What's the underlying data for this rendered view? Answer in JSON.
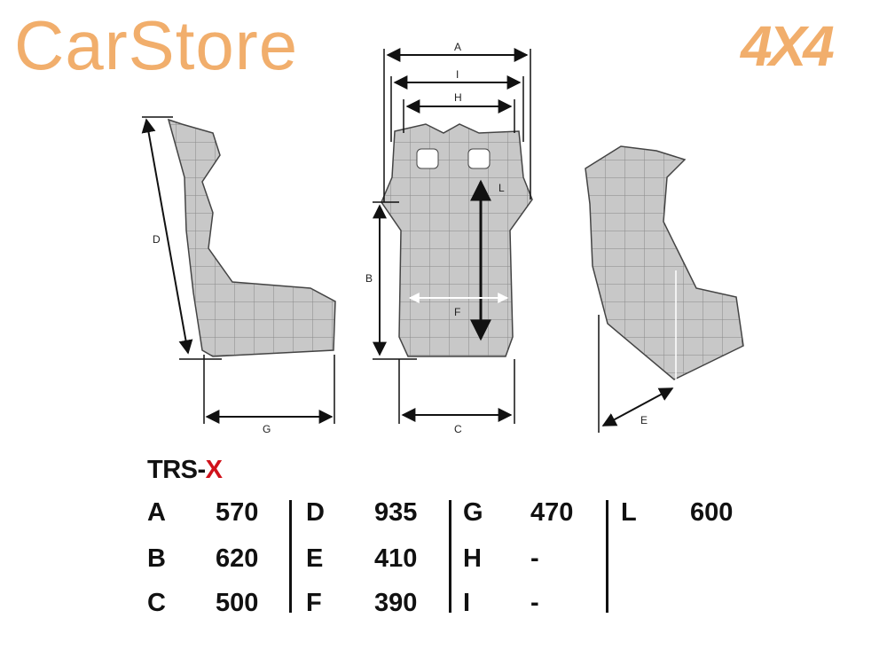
{
  "diagram": {
    "labels": {
      "A": "A",
      "I": "I",
      "H": "H",
      "L": "L",
      "B": "B",
      "F": "F",
      "C": "C",
      "D": "D",
      "G": "G",
      "E": "E"
    }
  },
  "spec": {
    "model_prefix": "TRS-",
    "model_suffix": "X",
    "columns": [
      [
        {
          "k": "A",
          "v": "570"
        },
        {
          "k": "B",
          "v": "620"
        },
        {
          "k": "C",
          "v": "500"
        }
      ],
      [
        {
          "k": "D",
          "v": "935"
        },
        {
          "k": "E",
          "v": "410"
        },
        {
          "k": "F",
          "v": "390"
        }
      ],
      [
        {
          "k": "G",
          "v": "470"
        },
        {
          "k": "H",
          "v": "-"
        },
        {
          "k": "I",
          "v": "-"
        }
      ],
      [
        {
          "k": "L",
          "v": "600"
        }
      ]
    ]
  },
  "watermark": {
    "text1": "CarStore",
    "text2": "4X4"
  },
  "colors": {
    "accent": "#d0121b",
    "watermark": "#f0a860",
    "seat": "#c8c8c8"
  }
}
